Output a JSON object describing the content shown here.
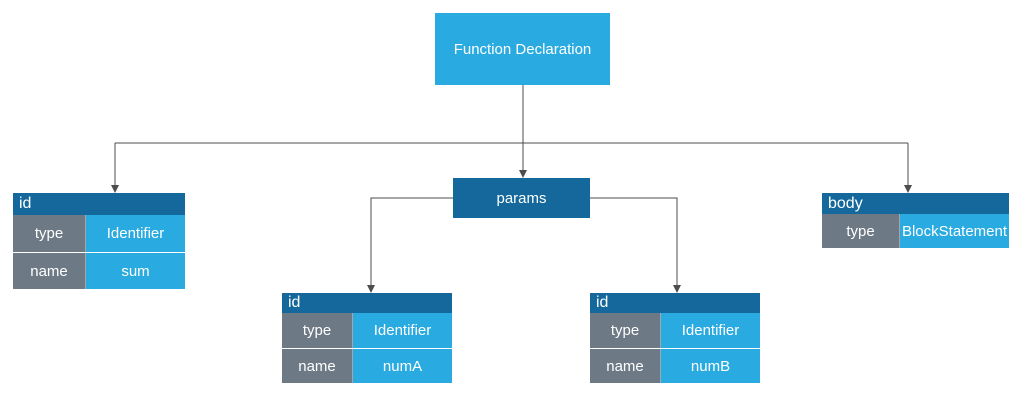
{
  "nodes": {
    "root": {
      "label": "Function Declaration"
    },
    "params": {
      "label": "params"
    },
    "id_sum": {
      "header": "id",
      "rows": [
        {
          "key": "type",
          "value": "Identifier"
        },
        {
          "key": "name",
          "value": "sum"
        }
      ]
    },
    "body": {
      "header": "body",
      "rows": [
        {
          "key": "type",
          "value": "BlockStatement"
        }
      ]
    },
    "id_numA": {
      "header": "id",
      "rows": [
        {
          "key": "type",
          "value": "Identifier"
        },
        {
          "key": "name",
          "value": "numA"
        }
      ]
    },
    "id_numB": {
      "header": "id",
      "rows": [
        {
          "key": "type",
          "value": "Identifier"
        },
        {
          "key": "name",
          "value": "numB"
        }
      ]
    }
  },
  "colors": {
    "node_bright_blue": "#29abe2",
    "node_dark_blue": "#15689b",
    "cell_gray": "#6d7985",
    "connector": "#4d4d4d",
    "text": "#ffffff",
    "background": "#ffffff"
  }
}
